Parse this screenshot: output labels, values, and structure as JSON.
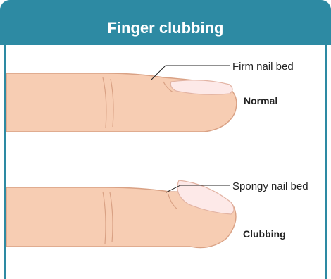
{
  "title": "Finger clubbing",
  "panels": [
    {
      "state_label": "Normal",
      "callout": "Firm nail bed"
    },
    {
      "state_label": "Clubbing",
      "callout": "Spongy nail bed"
    }
  ],
  "colors": {
    "header": "#2d8aa3",
    "skin": "#f7cdb3",
    "skin_outline": "#d9a184",
    "nail": "#fde9e8",
    "nail_outline": "#e2b3a3",
    "leader_line": "#222222"
  }
}
